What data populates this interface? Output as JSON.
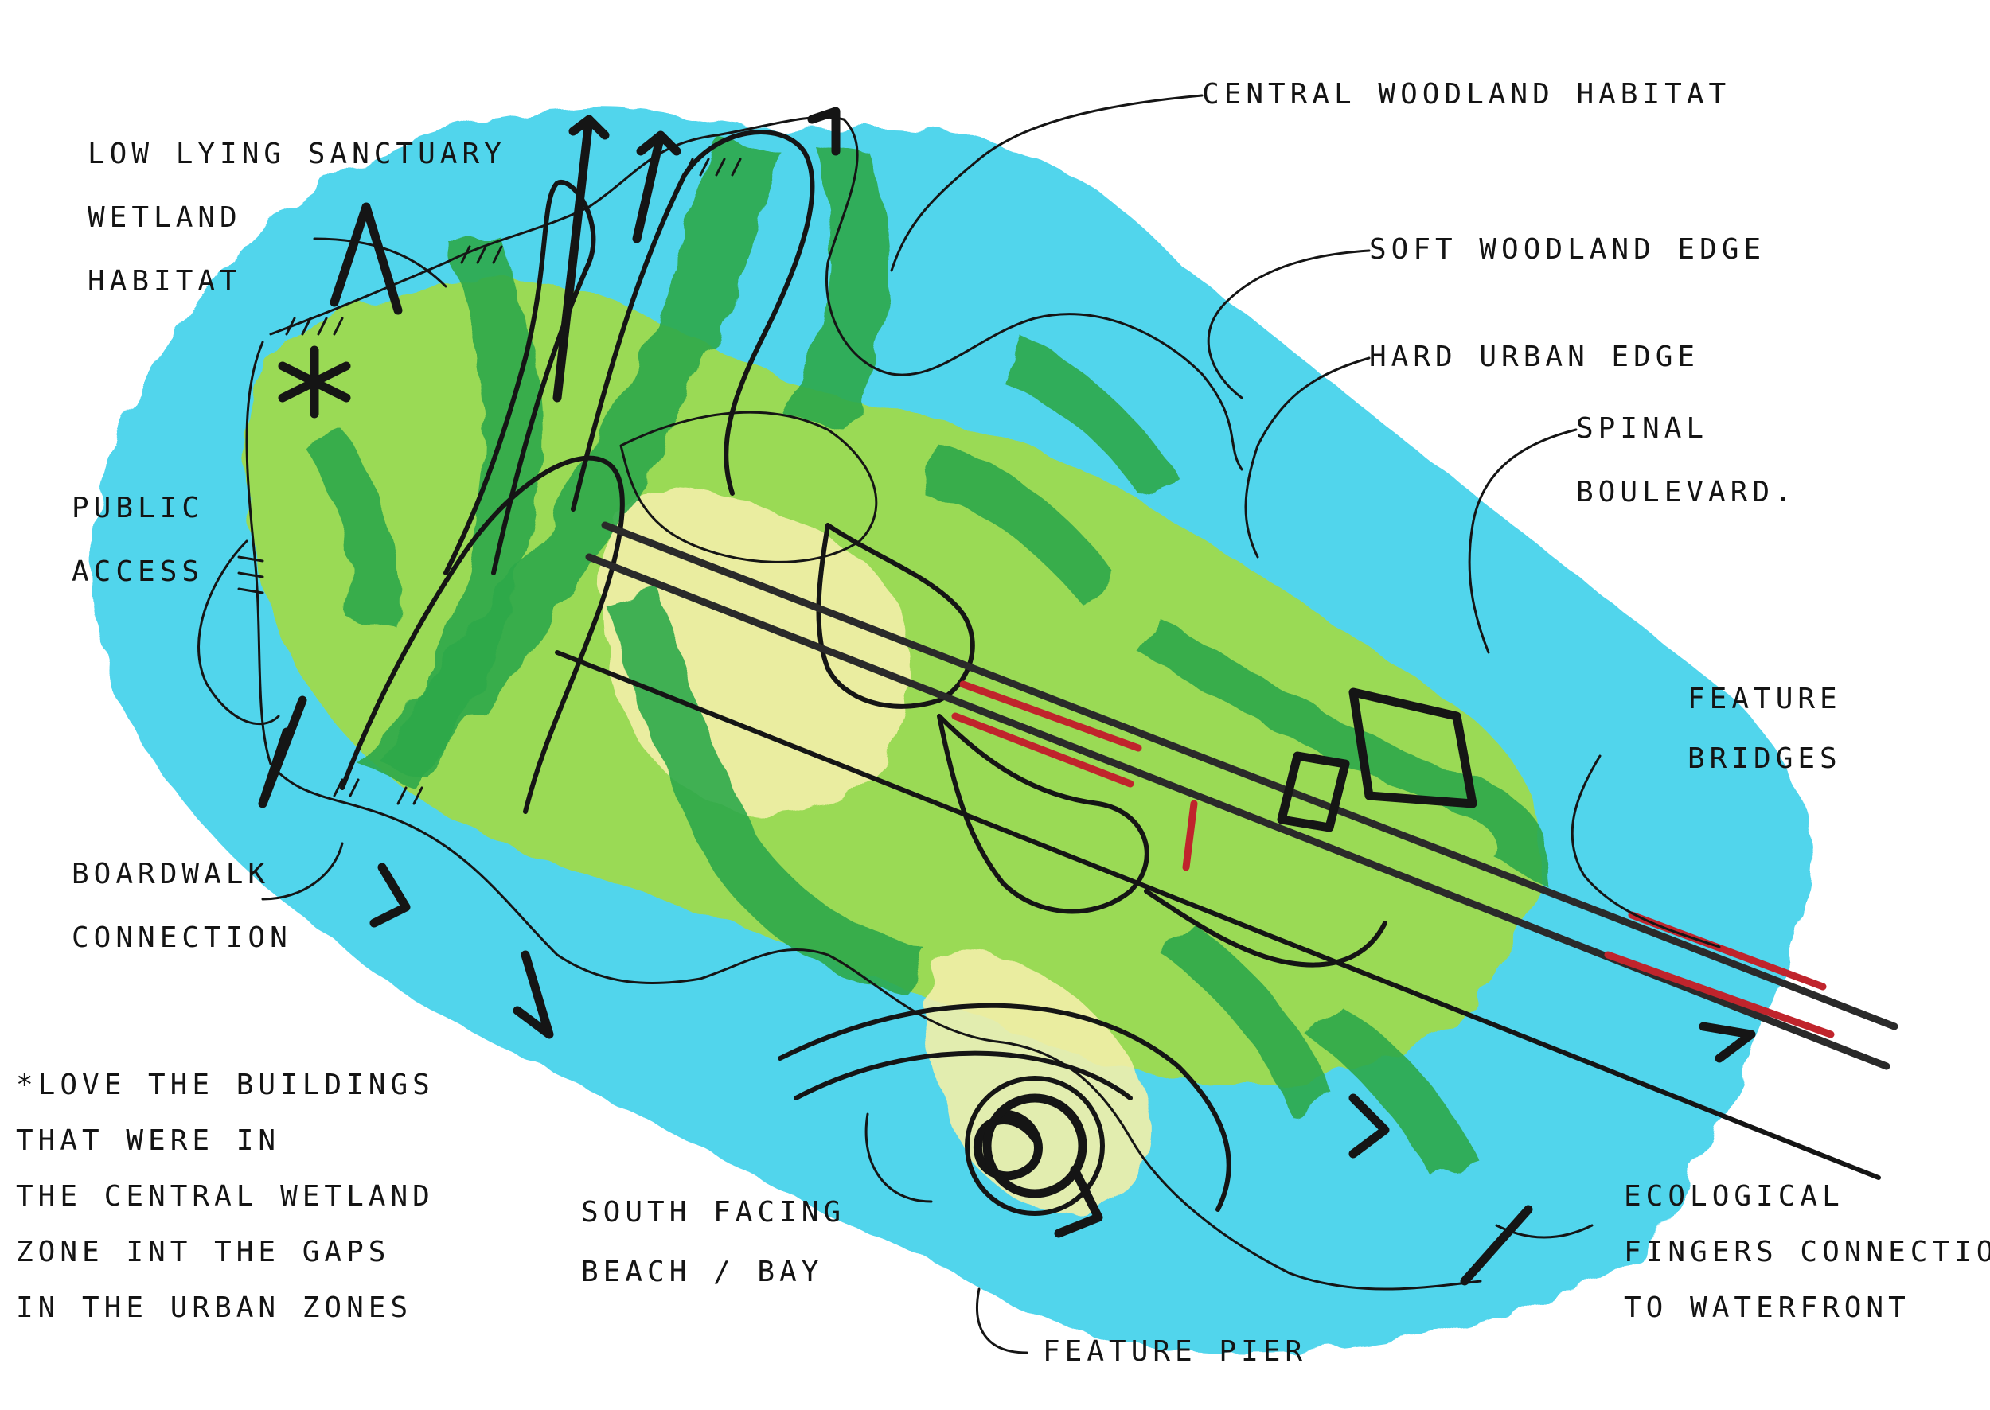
{
  "colors": {
    "water": "#3fd0ea",
    "woodland_dark": "#2ea84a",
    "woodland_light": "#a8dc3c",
    "sand": "#f3f0a8",
    "ink": "#151515",
    "bridge": "#c0242c"
  },
  "labels": {
    "lowlying": [
      "LOW LYING SANCTUARY",
      "WETLAND",
      "HABITAT"
    ],
    "central_woodland": "CENTRAL WOODLAND HABITAT",
    "soft_edge": "SOFT WOODLAND EDGE",
    "hard_edge": "HARD URBAN EDGE",
    "spinal": [
      "SPINAL",
      "BOULEVARD."
    ],
    "public_access": [
      "PUBLIC",
      "ACCESS"
    ],
    "boardwalk": [
      "BOARDWALK",
      "CONNECTION"
    ],
    "feature_bridges": [
      "FEATURE",
      "BRIDGES"
    ],
    "note": [
      "*LOVE THE BUILDINGS",
      "THAT WERE IN",
      "THE CENTRAL WETLAND",
      "ZONE INT THE GAPS",
      "IN THE URBAN ZONES"
    ],
    "beach": [
      "SOUTH FACING",
      "BEACH / BAY"
    ],
    "pier": "FEATURE PIER",
    "eco_fingers": [
      "ECOLOGICAL",
      "FINGERS CONNECTION",
      "TO WATERFRONT"
    ]
  },
  "icons": {
    "asterisk": "asterisk-icon",
    "arrow": "arrow-icon",
    "spiral": "spiral-icon"
  }
}
